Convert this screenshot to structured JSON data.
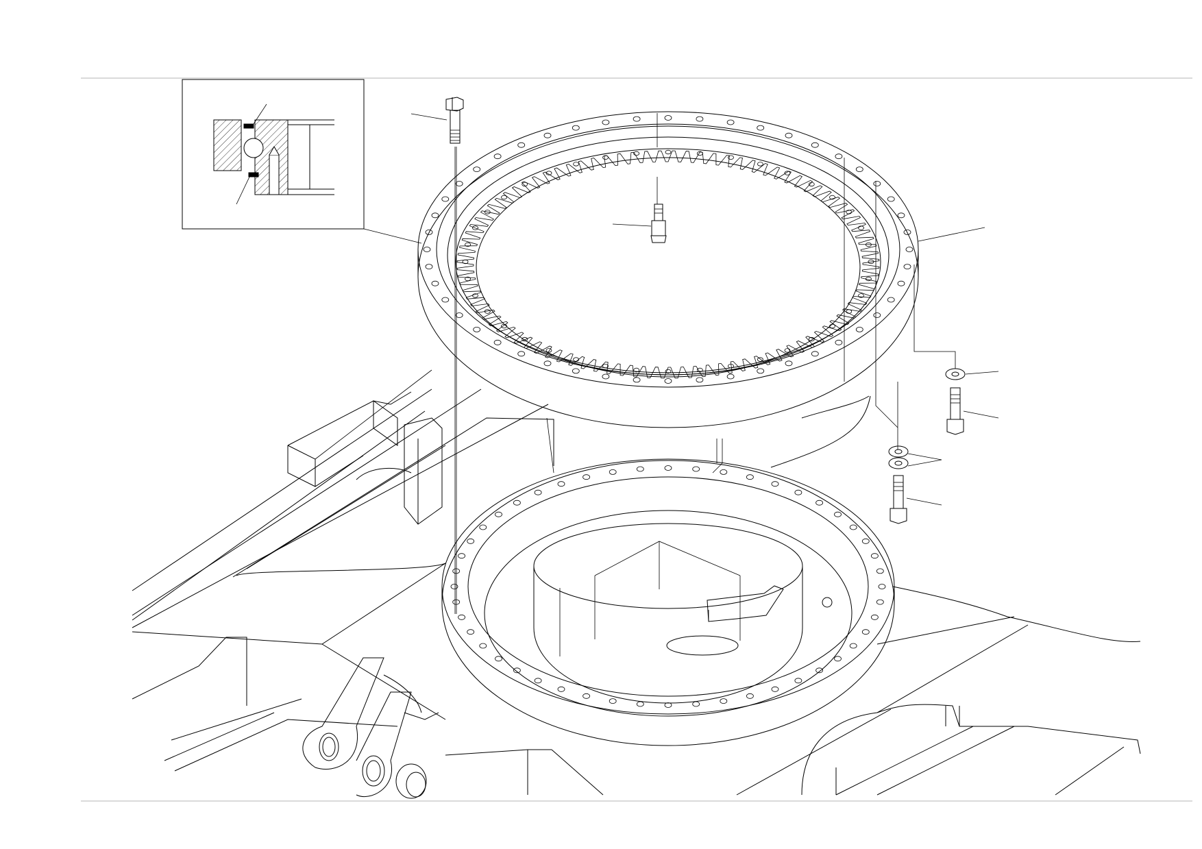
{
  "drawing": {
    "kind": "exploded-parts-illustration",
    "line_color": "#000000",
    "background": "#ffffff",
    "frame_color": "#b5b5b5"
  },
  "parts": [
    {
      "id": "swing-bearing",
      "icon": "ring-gear"
    },
    {
      "id": "bearing-detail-inset",
      "icon": "section-view"
    },
    {
      "id": "long-bolt",
      "icon": "bolt"
    },
    {
      "id": "centre-pin",
      "icon": "pin"
    },
    {
      "id": "washer-upper",
      "icon": "washer"
    },
    {
      "id": "bolt-upper",
      "icon": "bolt"
    },
    {
      "id": "washer-pair",
      "icon": "washer"
    },
    {
      "id": "bolt-lower",
      "icon": "bolt"
    },
    {
      "id": "revolving-frame-mount",
      "icon": "mounting-ring"
    }
  ]
}
